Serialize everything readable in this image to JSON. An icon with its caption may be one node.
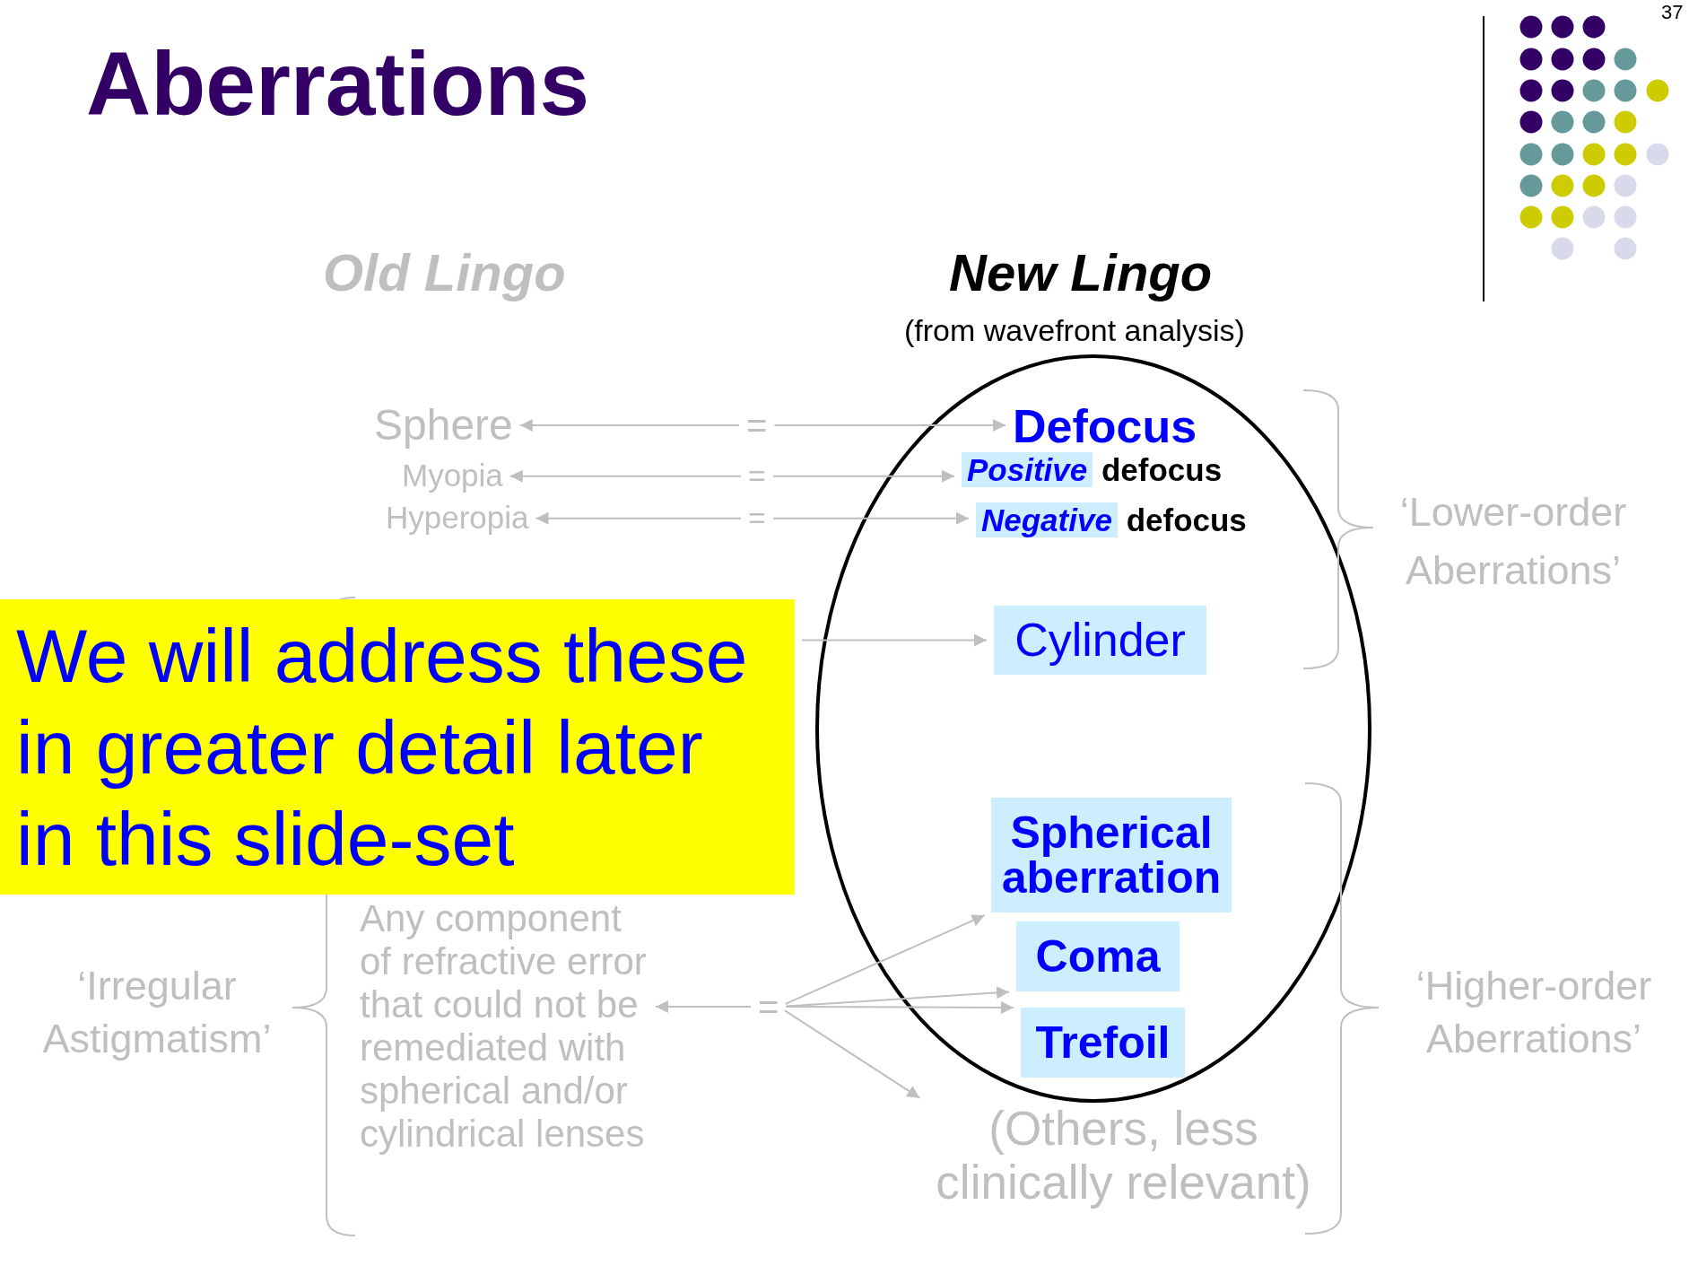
{
  "diagram": {
    "title": "Aberrations",
    "nodes": [
      {
        "text": [
          "Sphere"
        ]
      },
      {
        "text": [
          "="
        ]
      },
      {
        "text": [
          "Defocus"
        ]
      },
      {
        "text": [
          "Myopia"
        ]
      },
      {
        "text": [
          "="
        ]
      },
      {
        "text": [
          "*Positive* defocus"
        ]
      },
      {
        "text": [
          "Hyperopia"
        ]
      },
      {
        "text": [
          "="
        ]
      },
      {
        "text": [
          "*Negative* defocus"
        ]
      },
      {
        "text": [
          "We will address these in greater detail later in this slide-set"
        ]
      },
      {
        "text": [
          "Cylinder"
        ]
      },
      {
        "text": [
          "Spherical aberration"
        ]
      },
      {
        "text": [
          "Any component of refractive error that could not be remediated with spherical and/or cylindrical lenses"
        ]
      },
      {
        "text": [
          "="
        ]
      },
      {
        "text": [
          "Coma"
        ]
      },
      {
        "text": [
          "Trefoil"
        ]
      },
      {
        "text": [
          "(Others, less clinically relevant)"
        ]
      }
    ],
    "edges": [
      {
        "from": 1,
        "to": 0,
        "arrow": "to"
      },
      {
        "from": 1,
        "to": 2,
        "arrow": "to"
      },
      {
        "from": 4,
        "to": 3,
        "arrow": "to"
      },
      {
        "from": 4,
        "to": 5,
        "arrow": "to"
      },
      {
        "from": 7,
        "to": 6,
        "arrow": "to"
      },
      {
        "from": 7,
        "to": 8,
        "arrow": "to"
      },
      {
        "from": 9,
        "to": 10,
        "arrow": "to"
      },
      {
        "from": 13,
        "to": 12,
        "arrow": "to"
      },
      {
        "from": 13,
        "to": 11,
        "arrow": "to"
      },
      {
        "from": 13,
        "to": 14,
        "arrow": "to"
      },
      {
        "from": 13,
        "to": 15,
        "arrow": "to"
      },
      {
        "from": 13,
        "to": 16,
        "arrow": "to"
      }
    ],
    "labels": [
      "37",
      "Old Lingo",
      "New Lingo",
      "(from wavefront analysis)",
      "‘Lower-order Aberrations’",
      "‘Irregular Astigmatism’",
      "‘Higher-order Aberrations’"
    ]
  }
}
